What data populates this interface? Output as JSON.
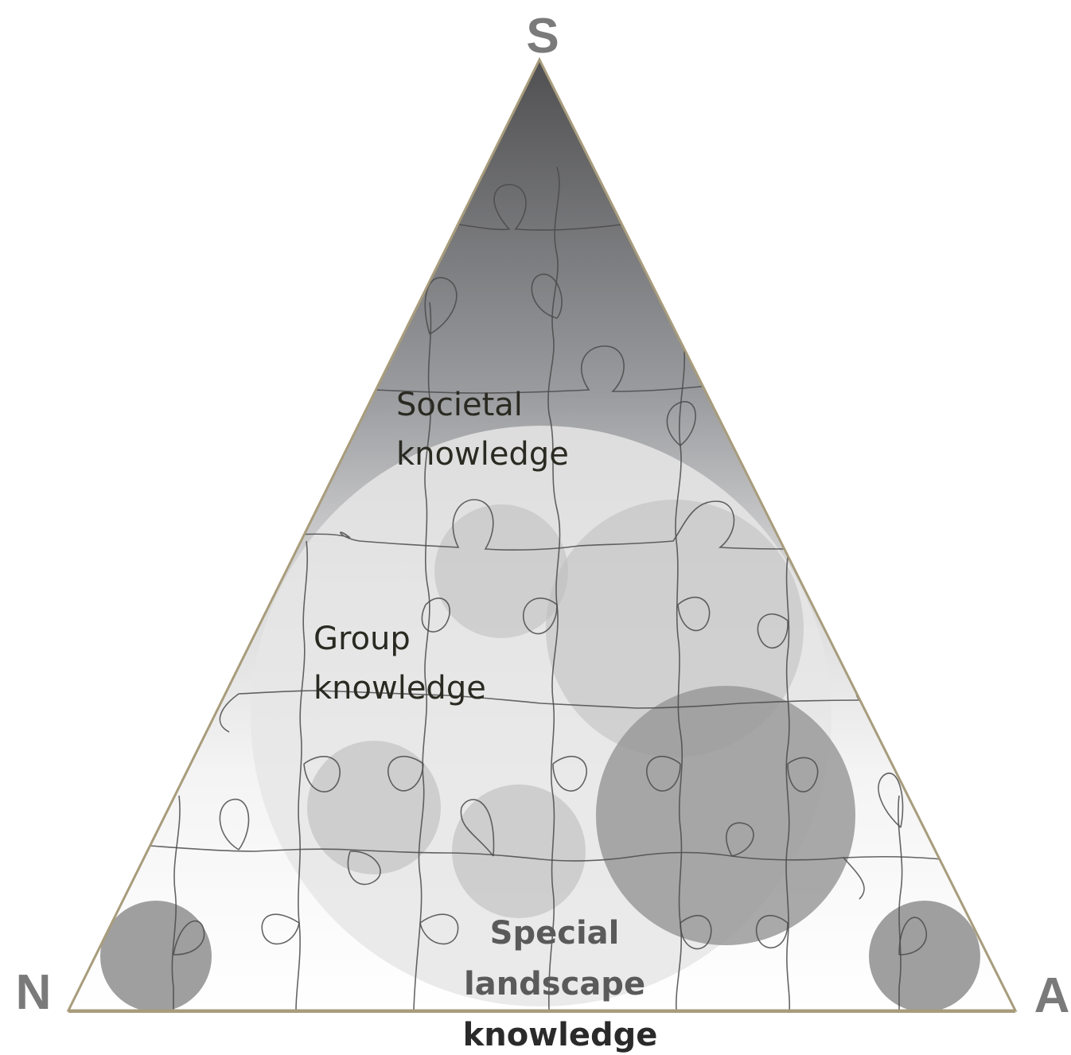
{
  "vertices": {
    "top": "S",
    "bottom_left": "N",
    "bottom_right": "A"
  },
  "labels": {
    "societal": [
      "Societal",
      "knowledge"
    ],
    "group": [
      "Group",
      "knowledge"
    ],
    "special": [
      "Special",
      "landscape",
      "knowledge"
    ]
  },
  "colors": {
    "vertex_label": "#7a7a7a",
    "triangle_top": "#505052",
    "triangle_bottom": "#ffffff",
    "triangle_edge": "#a89c7c",
    "large_circle": "#e6e6e6",
    "medium_circle": "#bdbdbd",
    "dark_circle": "#9a9a9a",
    "special_text_light": "#5a5a5a",
    "special_text_dark": "#2a2a2a"
  }
}
